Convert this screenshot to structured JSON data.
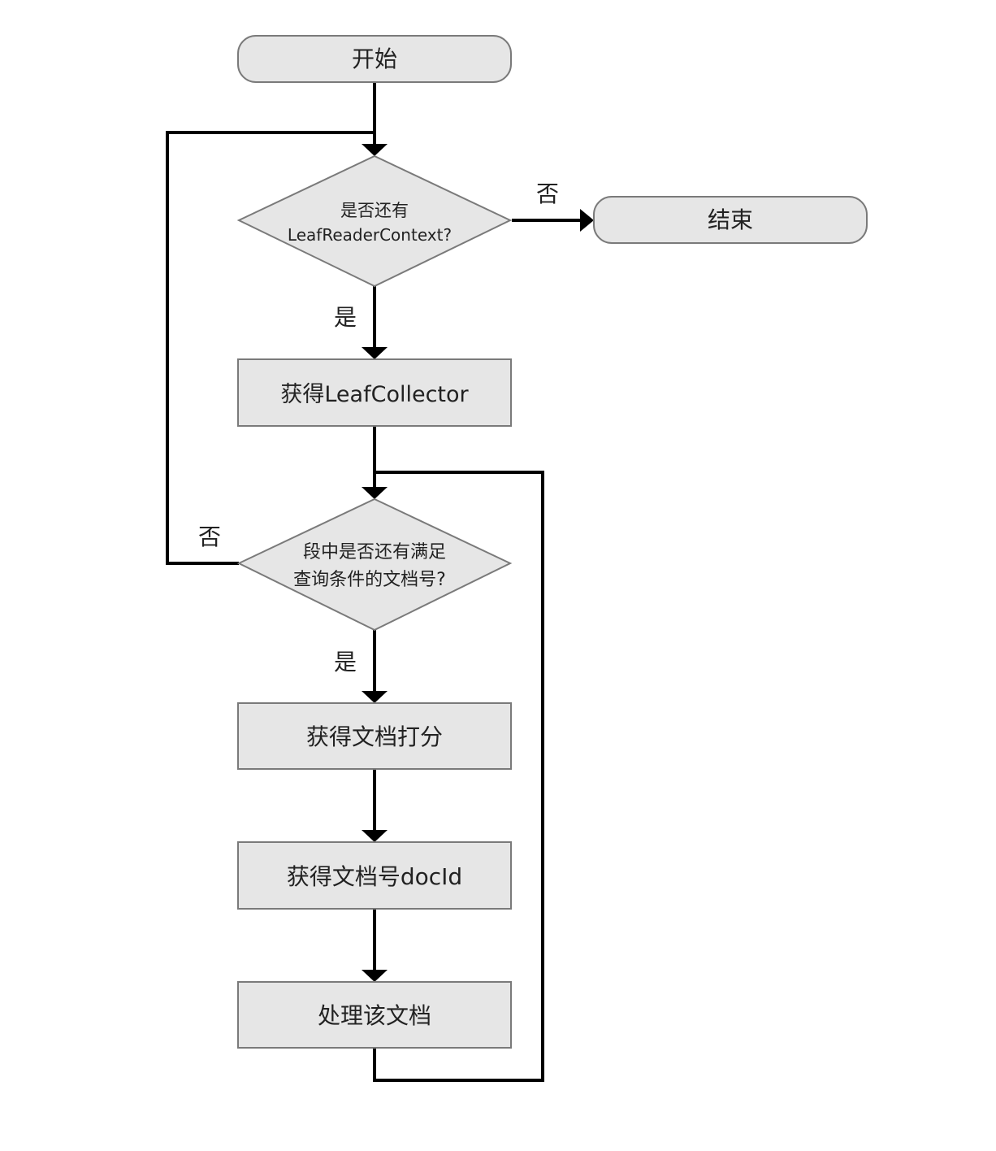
{
  "colors": {
    "node_fill": "#e6e6e6",
    "node_stroke": "#7a7a7a",
    "edge": "#000000",
    "text": "#222222"
  },
  "nodes": {
    "start": {
      "label": "开始"
    },
    "end": {
      "label": "结束"
    },
    "decision1": {
      "line1": "是否还有",
      "line2": "LeafReaderContext?"
    },
    "get_collector": {
      "label": "获得LeafCollector"
    },
    "decision2": {
      "line1": "段中是否还有满足",
      "line2": "查询条件的文档号?"
    },
    "get_score": {
      "label": "获得文档打分"
    },
    "get_docid": {
      "label": "获得文档号docId"
    },
    "process_doc": {
      "label": "处理该文档"
    }
  },
  "edge_labels": {
    "d1_no": "否",
    "d1_yes": "是",
    "d2_no": "否",
    "d2_yes": "是"
  }
}
